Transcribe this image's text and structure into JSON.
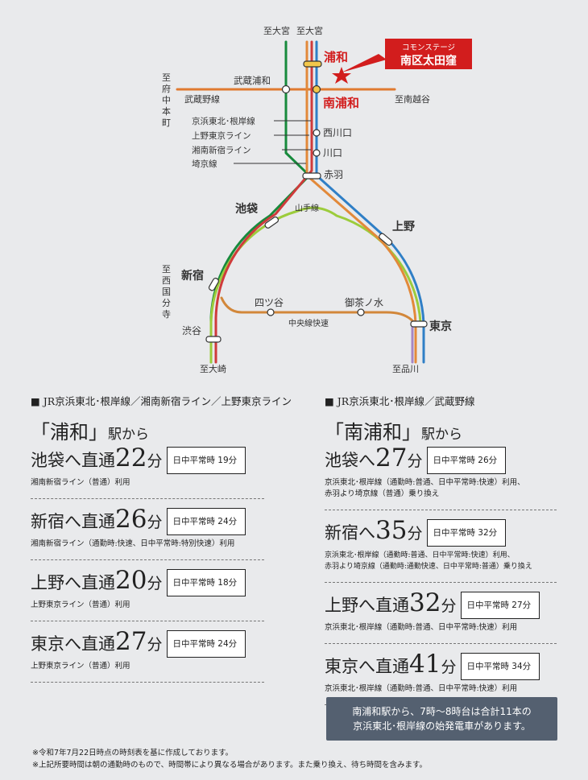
{
  "map": {
    "to_omiya_1": "至大宮",
    "to_omiya_2": "至大宮",
    "to_fuchu": "至府中本町",
    "to_fuchu_chars": [
      "至",
      "府",
      "中",
      "本",
      "町"
    ],
    "to_minami_koshigaya": "至南越谷",
    "to_nishikokubunji": "至西国分寺",
    "to_nishikokubunji_chars": [
      "至",
      "西",
      "国",
      "分",
      "寺"
    ],
    "to_osaki": "至大崎",
    "to_shinagawa": "至品川",
    "musashino_line": "武蔵野線",
    "yamanote_line": "山手線",
    "chuo_rapid": "中央線快速",
    "line_labels": [
      "京浜東北･根岸線",
      "上野東京ライン",
      "湘南新宿ライン",
      "埼京線"
    ],
    "stations": {
      "urawa": "浦和",
      "minami_urawa": "南浦和",
      "musashi_urawa": "武蔵浦和",
      "nishikawaguchi": "西川口",
      "kawaguchi": "川口",
      "akabane": "赤羽",
      "ikebukuro": "池袋",
      "ueno": "上野",
      "shinjuku": "新宿",
      "shibuya": "渋谷",
      "tokyo": "東京",
      "yotsuya": "四ツ谷",
      "ochanomizu": "御茶ノ水"
    },
    "property_label_1": "コモンステージ",
    "property_label_2": "南区太田窪",
    "colors": {
      "keihin_tohoku": "#2f7fc6",
      "ueno_tokyo": "#e2893a",
      "shonan_shinjuku": "#cf3b3b",
      "saikyo": "#178a3c",
      "yamanote": "#9ccc3c",
      "chuo": "#d2873a",
      "musashino": "#e07a30",
      "accent_red": "#d21d1d",
      "tokyo_extra": "#a586c4"
    }
  },
  "left": {
    "header_marker": "■",
    "header": "JR京浜東北･根岸線／湘南新宿ライン／上野東京ライン",
    "from_station": "「浦和」",
    "from_suffix": "駅から",
    "entries": [
      {
        "dest": "池袋へ直通",
        "num": "22",
        "unit": "分",
        "badge": "日中平常時 19分",
        "note": "湘南新宿ライン（普通）利用"
      },
      {
        "dest": "新宿へ直通",
        "num": "26",
        "unit": "分",
        "badge": "日中平常時 24分",
        "note": "湘南新宿ライン（通勤時:快速、日中平常時:特別快速）利用"
      },
      {
        "dest": "上野へ直通",
        "num": "20",
        "unit": "分",
        "badge": "日中平常時 18分",
        "note": "上野東京ライン（普通）利用"
      },
      {
        "dest": "東京へ直通",
        "num": "27",
        "unit": "分",
        "badge": "日中平常時 24分",
        "note": "上野東京ライン（普通）利用"
      }
    ]
  },
  "right": {
    "header_marker": "■",
    "header": "JR京浜東北･根岸線／武蔵野線",
    "from_station": "「南浦和」",
    "from_suffix": "駅から",
    "entries": [
      {
        "dest": "池袋へ",
        "num": "27",
        "unit": "分",
        "badge": "日中平常時 26分",
        "note": "京浜東北･根岸線（通勤時:普通、日中平常時:快速）利用、",
        "note2": "赤羽より埼京線（普通）乗り換え"
      },
      {
        "dest": "新宿へ",
        "num": "35",
        "unit": "分",
        "badge": "日中平常時 32分",
        "note": "京浜東北･根岸線（通勤時:普通、日中平常時:快速）利用、",
        "note2": "赤羽より埼京線（通勤時:通勤快速、日中平常時:普通）乗り換え"
      },
      {
        "dest": "上野へ直通",
        "num": "32",
        "unit": "分",
        "badge": "日中平常時 27分",
        "note": "京浜東北･根岸線（通勤時:普通、日中平常時:快速）利用",
        "note2": ""
      },
      {
        "dest": "東京へ直通",
        "num": "41",
        "unit": "分",
        "badge": "日中平常時 34分",
        "note": "京浜東北･根岸線（通勤時:普通、日中平常時:快速）利用",
        "note2": ""
      }
    ],
    "callout_line1": "南浦和駅から、7時～8時台は合計11本の",
    "callout_line2": "京浜東北･根岸線の始発電車があります。"
  },
  "footnotes": [
    "※令和7年7月22日時点の時刻表を基に作成しております。",
    "※上記所要時間は朝の通勤時のもので、時間帯により異なる場合があります。また乗り換え、待ち時間を含みます。"
  ]
}
